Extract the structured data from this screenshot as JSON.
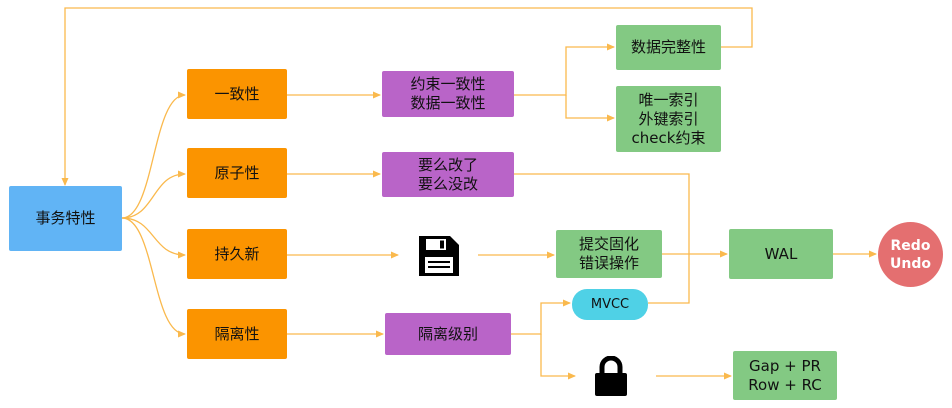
{
  "nodes": {
    "root": "事务特性",
    "consistency": "一致性",
    "atomicity": "原子性",
    "durability": "持久新",
    "isolation": "隔离性",
    "constraint_consistency": "约束一致性\n数据一致性",
    "all_or_nothing": "要么改了\n要么没改",
    "commit_or_rollback": "提交固化\n错误操作",
    "isolation_level": "隔离级别",
    "data_integrity": "数据完整性",
    "key_constraints": "唯一索引\n外键索引\ncheck约束",
    "mvcc": "MVCC",
    "wal": "WAL",
    "redo_undo": "Redo\nUndo",
    "gap_row": "Gap + PR\nRow + RC"
  },
  "icons": {
    "save": "floppy-disk-icon",
    "lock": "padlock-icon"
  },
  "colors": {
    "edge": "#fab94d",
    "root": "#61b4f5",
    "property": "#fb9400",
    "mechanism": "#b964c8",
    "result": "#83c983",
    "mvcc": "#4fd1e6",
    "log": "#e46f70"
  }
}
